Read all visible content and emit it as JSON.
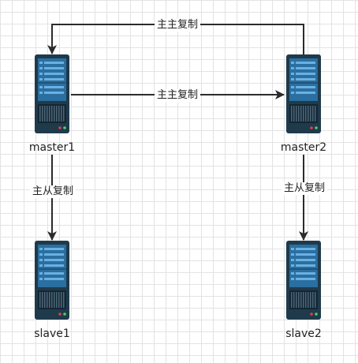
{
  "diagram": {
    "nodes": [
      {
        "id": "master1",
        "label": "master1"
      },
      {
        "id": "master2",
        "label": "master2"
      },
      {
        "id": "slave1",
        "label": "slave1"
      },
      {
        "id": "slave2",
        "label": "slave2"
      }
    ],
    "edges": [
      {
        "from": "master2",
        "to": "master1",
        "label": "主主复制"
      },
      {
        "from": "master1",
        "to": "master2",
        "label": "主主复制"
      },
      {
        "from": "master1",
        "to": "slave1",
        "label": "主从复制"
      },
      {
        "from": "master2",
        "to": "slave2",
        "label": "主从复制"
      }
    ]
  },
  "colors": {
    "server_body": "#1f3a4b",
    "server_panel": "#2a6fa0",
    "server_stripe": "#6ab0e2",
    "arrow": "#2b2b2b",
    "grid": "#e3e3e3"
  }
}
